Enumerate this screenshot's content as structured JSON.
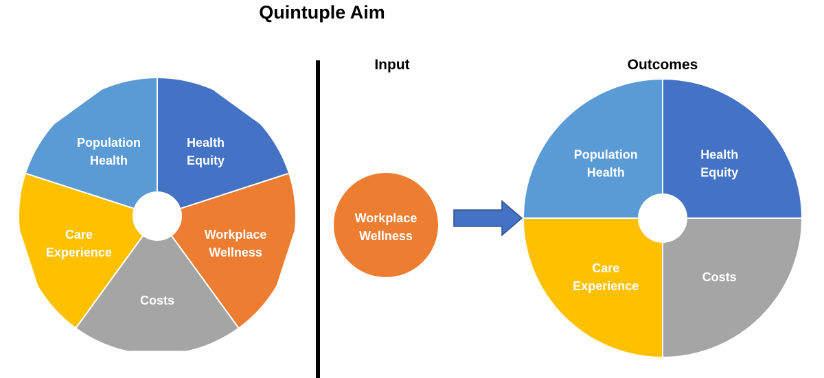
{
  "title": "Quintuple Aim",
  "colors": {
    "population_health": "#5B9BD5",
    "health_equity": "#4472C4",
    "workplace_wellness": "#ED7D31",
    "costs": "#A5A5A5",
    "care_experience": "#FFC000",
    "divider": "#000000",
    "segment_border": "#ffffff"
  },
  "left_wheel": {
    "segments": [
      {
        "key": "health_equity",
        "lines": [
          "Health",
          "Equity"
        ]
      },
      {
        "key": "workplace_wellness",
        "lines": [
          "Workplace",
          "Wellness"
        ]
      },
      {
        "key": "costs",
        "lines": [
          "Costs"
        ]
      },
      {
        "key": "care_experience",
        "lines": [
          "Care",
          "Experience"
        ]
      },
      {
        "key": "population_health",
        "lines": [
          "Population",
          "Health"
        ]
      }
    ]
  },
  "input": {
    "heading": "Input",
    "circle": {
      "key": "workplace_wellness",
      "lines": [
        "Workplace",
        "Wellness"
      ]
    }
  },
  "outcomes": {
    "heading": "Outcomes",
    "segments": [
      {
        "key": "health_equity",
        "lines": [
          "Health",
          "Equity"
        ]
      },
      {
        "key": "costs",
        "lines": [
          "Costs"
        ]
      },
      {
        "key": "care_experience",
        "lines": [
          "Care",
          "Experience"
        ]
      },
      {
        "key": "population_health",
        "lines": [
          "Population",
          "Health"
        ]
      }
    ]
  }
}
